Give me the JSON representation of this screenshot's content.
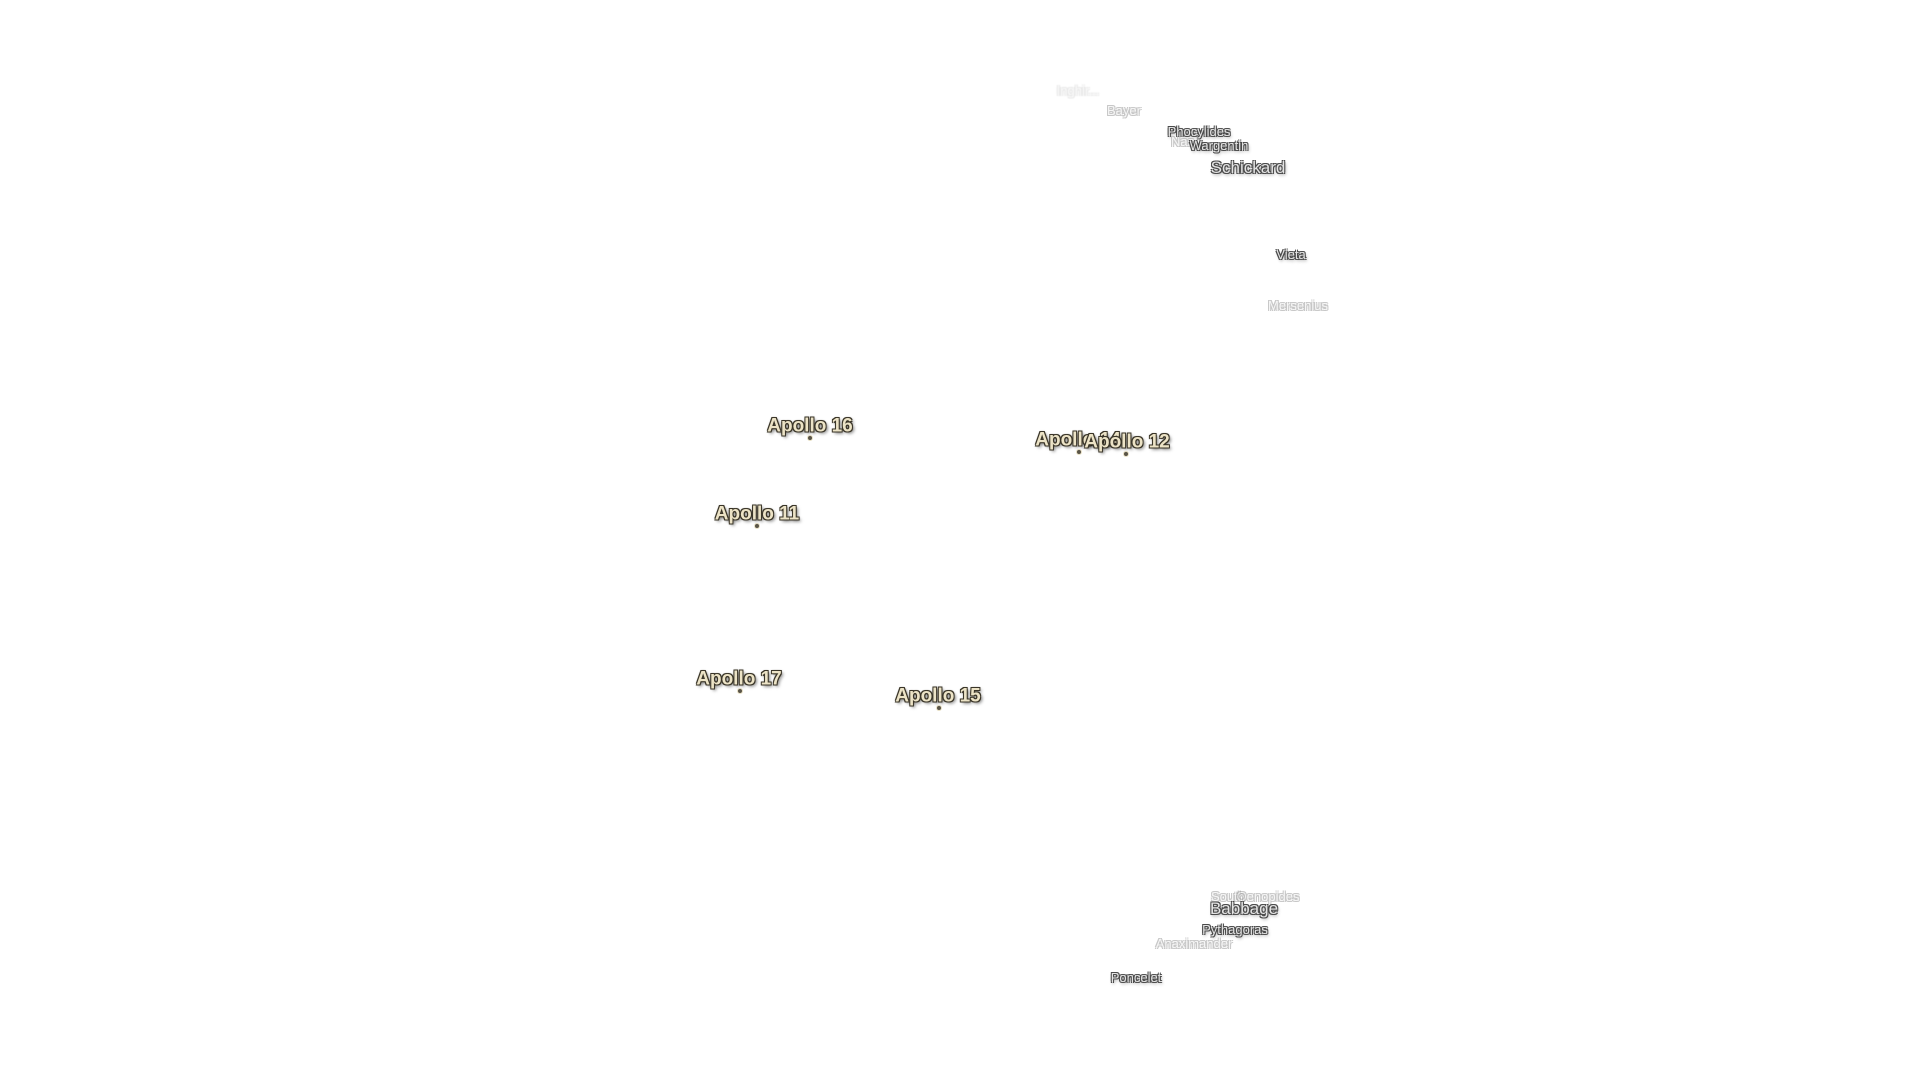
{
  "map": {
    "apollo_sites": [
      {
        "id": "apollo-16",
        "label": "Apollo 16"
      },
      {
        "id": "apollo-14",
        "label": "Apollo 14"
      },
      {
        "id": "apollo-12",
        "label": "Apollo 12"
      },
      {
        "id": "apollo-11",
        "label": "Apollo 11"
      },
      {
        "id": "apollo-17",
        "label": "Apollo 17"
      },
      {
        "id": "apollo-15",
        "label": "Apollo 15"
      }
    ],
    "craters": [
      {
        "id": "inghirami",
        "label": "Inghir..."
      },
      {
        "id": "bayer",
        "label": "Bayer"
      },
      {
        "id": "phocylides",
        "label": "Phocylides"
      },
      {
        "id": "nasmyth",
        "label": "Nas..."
      },
      {
        "id": "wargentin",
        "label": "Wargentin"
      },
      {
        "id": "schickard",
        "label": "Schickard"
      },
      {
        "id": "vieta",
        "label": "Vieta"
      },
      {
        "id": "mersenius",
        "label": "Mersenius"
      },
      {
        "id": "south",
        "label": "South"
      },
      {
        "id": "oenopides",
        "label": "Oenopides"
      },
      {
        "id": "babbage",
        "label": "Babbage"
      },
      {
        "id": "pythagoras",
        "label": "Pythagoras"
      },
      {
        "id": "anaximander",
        "label": "Anaximander"
      },
      {
        "id": "poncelet",
        "label": "Poncelet"
      }
    ]
  }
}
